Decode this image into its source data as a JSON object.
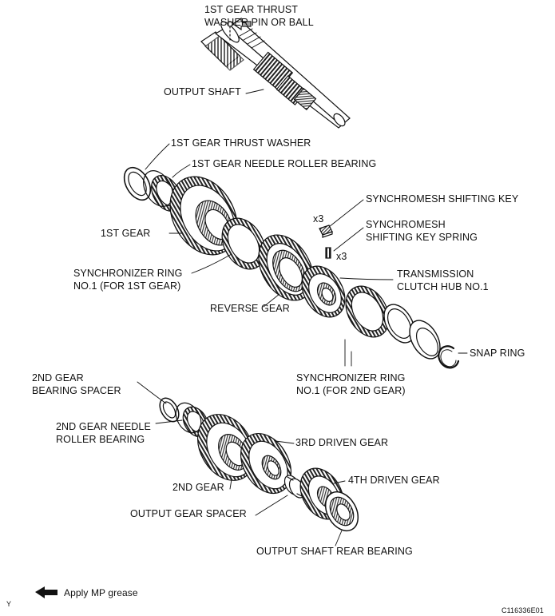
{
  "labels": {
    "thrust_pin_line1": "1ST GEAR THRUST",
    "thrust_pin_line2": "WASHER PIN OR BALL",
    "output_shaft": "OUTPUT SHAFT",
    "thrust_washer": "1ST GEAR THRUST WASHER",
    "needle_bearing_1st": "1ST GEAR NEEDLE ROLLER BEARING",
    "shifting_key": "SYNCHROMESH SHIFTING KEY",
    "key_spring_line1": "SYNCHROMESH",
    "key_spring_line2": "SHIFTING KEY SPRING",
    "x3_key": "x3",
    "x3_spring": "x3",
    "first_gear": "1ST GEAR",
    "sync_ring_1st_line1": "SYNCHRONIZER RING",
    "sync_ring_1st_line2": "NO.1 (FOR 1ST GEAR)",
    "clutch_hub_line1": "TRANSMISSION",
    "clutch_hub_line2": "CLUTCH HUB NO.1",
    "reverse_gear": "REVERSE GEAR",
    "snap_ring": "SNAP RING",
    "sync_ring_2nd_line1": "SYNCHRONIZER RING",
    "sync_ring_2nd_line2": "NO.1 (FOR 2ND GEAR)",
    "spacer_2nd_line1": "2ND GEAR",
    "spacer_2nd_line2": "BEARING SPACER",
    "needle_2nd_line1": "2ND GEAR NEEDLE",
    "needle_2nd_line2": "ROLLER BEARING",
    "third_driven": "3RD DRIVEN GEAR",
    "fourth_driven": "4TH DRIVEN GEAR",
    "second_gear": "2ND GEAR",
    "output_gear_spacer": "OUTPUT GEAR SPACER",
    "rear_bearing": "OUTPUT SHAFT REAR BEARING"
  },
  "legend": {
    "icon": "arrow-left-icon",
    "text": "Apply MP grease"
  },
  "footer": {
    "left_code": "Y",
    "figure_id": "C116336E01"
  }
}
